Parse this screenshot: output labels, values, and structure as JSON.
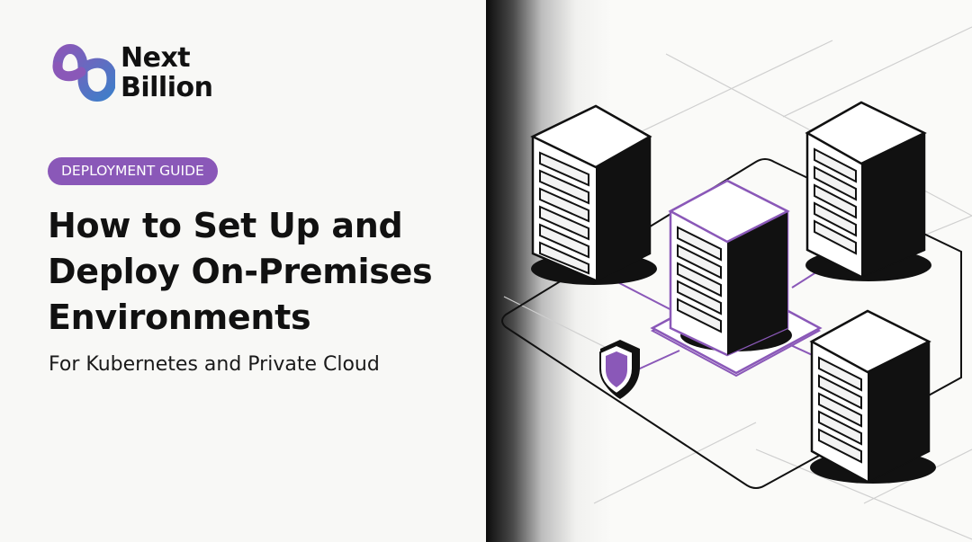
{
  "brand": {
    "name_line1": "Next",
    "name_line2": "Billion",
    "logo_colors": [
      "#8a58b8",
      "#3f7ec9"
    ]
  },
  "badge": {
    "label": "DEPLOYMENT GUIDE",
    "color": "#8a58b8"
  },
  "hero": {
    "title_lines": [
      "How to Set Up and",
      "Deploy On-Premises",
      "Environments"
    ],
    "subtitle": "For Kubernetes and Private Cloud"
  },
  "illustration": {
    "icons": [
      "server-rack-icon",
      "shield-icon"
    ],
    "accent": "#8a58b8"
  }
}
